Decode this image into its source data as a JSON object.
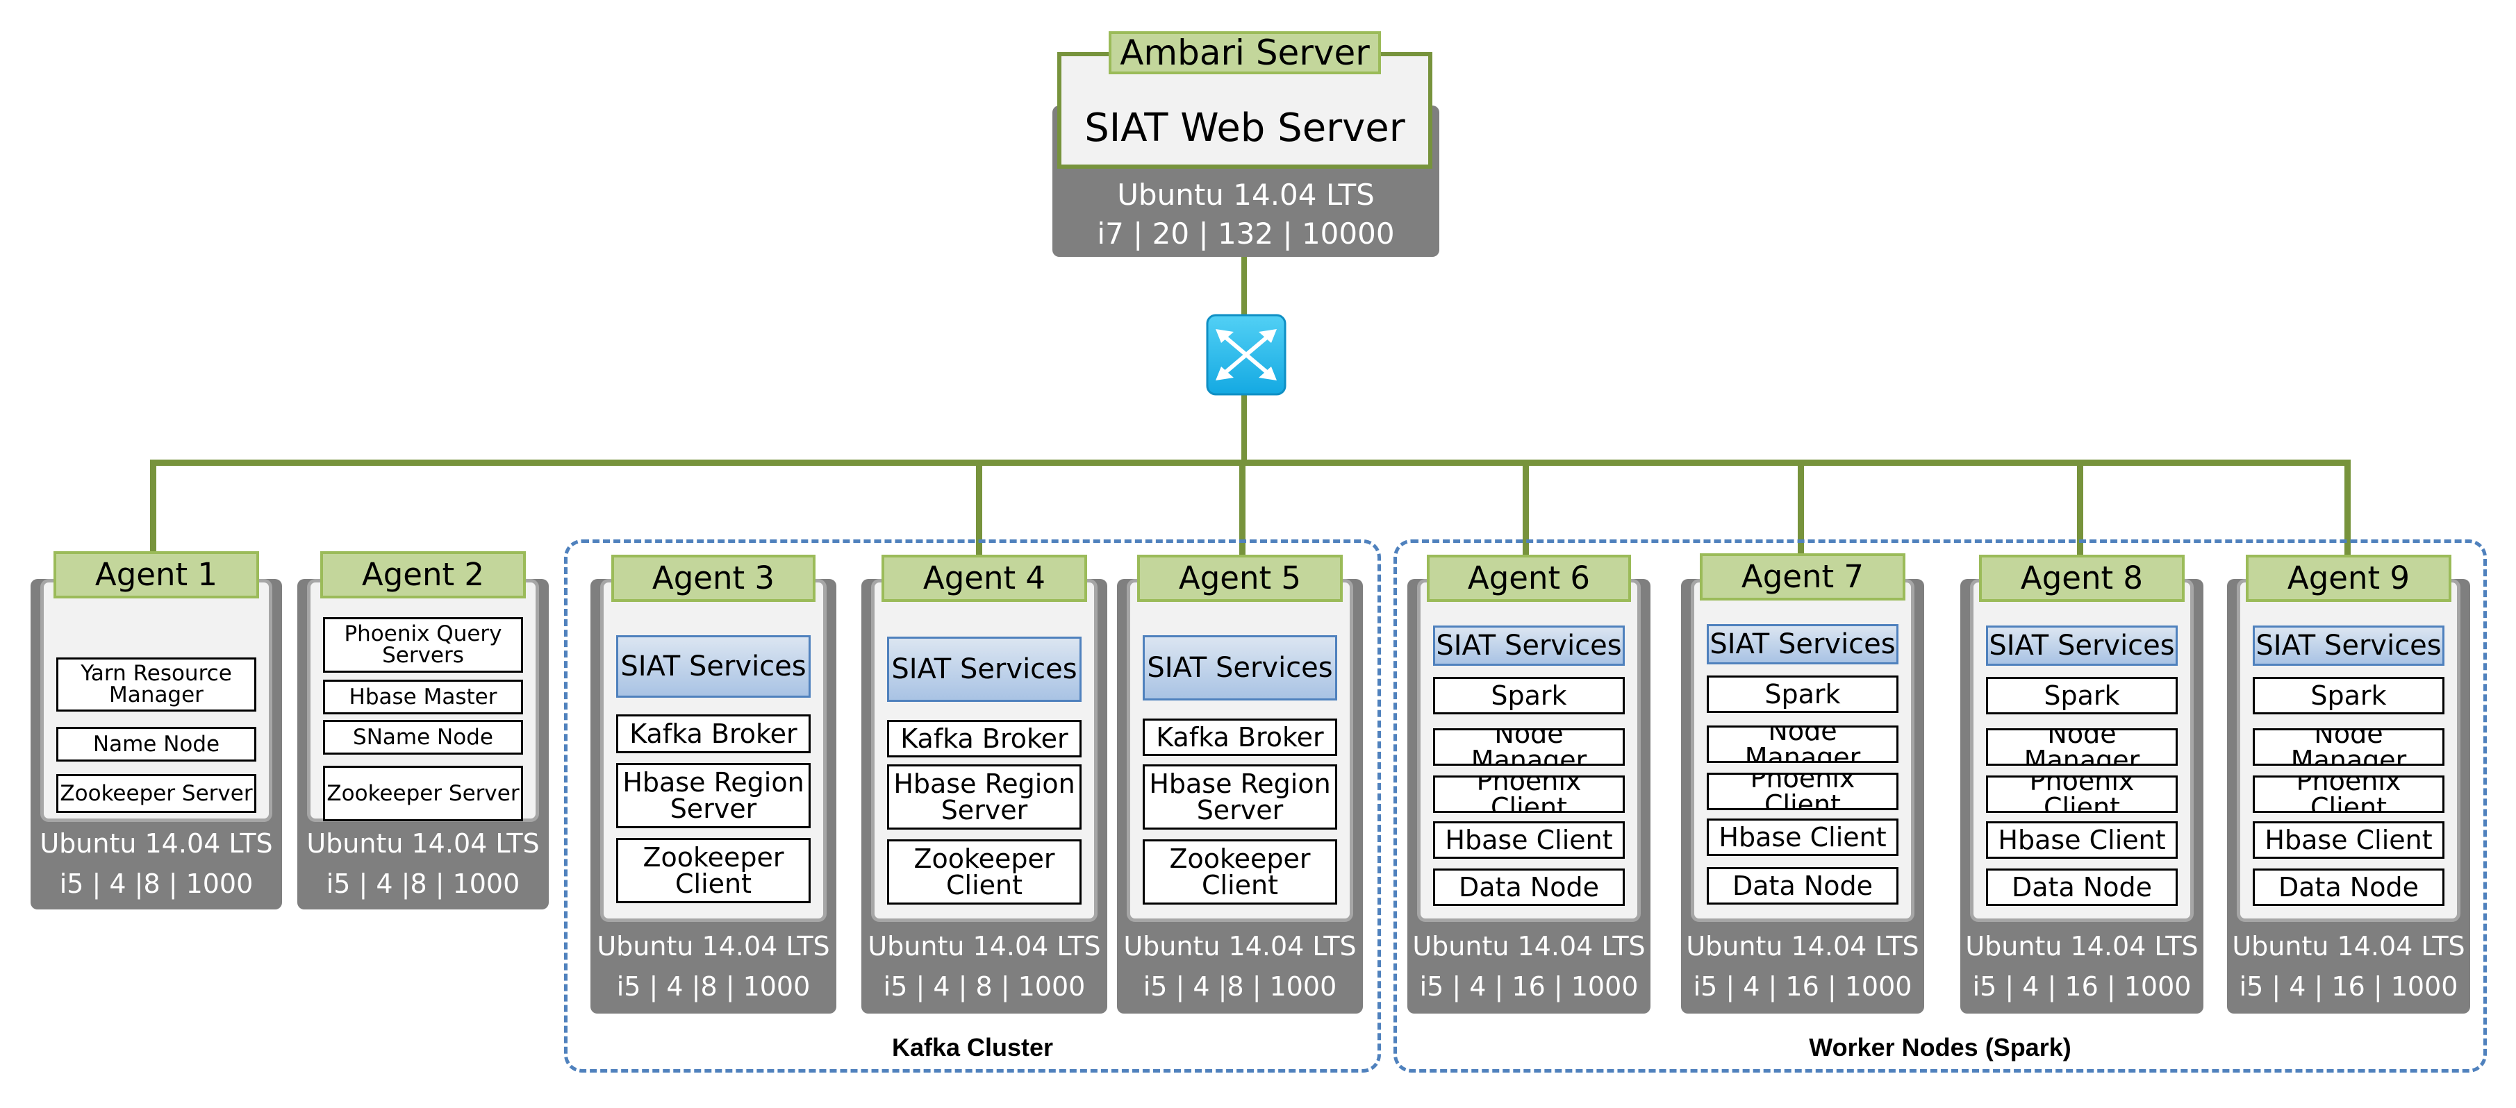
{
  "server": {
    "label": "Ambari Server",
    "title": "SIAT Web Server",
    "os": "Ubuntu 14.04 LTS",
    "specs": "i7 | 20 | 132 | 10000"
  },
  "switch_icon": "network-switch-icon",
  "colors": {
    "link": "#77933c",
    "label_fill": "#c3d69b",
    "machine_base": "#7f7f7f",
    "cluster_border": "#4f81bd",
    "siat_services": "#a9c3e4"
  },
  "clusters": {
    "kafka": "Kafka Cluster",
    "workers": "Worker Nodes (Spark)"
  },
  "agents": [
    {
      "label": "Agent 1",
      "os": "Ubuntu 14.04 LTS",
      "specs": "i5 | 4 |8 | 1000",
      "services": [
        "Yarn Resource Manager",
        "Name Node",
        "Zookeeper Server"
      ]
    },
    {
      "label": "Agent 2",
      "os": "Ubuntu 14.04 LTS",
      "specs": "i5 | 4 |8 | 1000",
      "services": [
        "Phoenix Query Servers",
        "Hbase Master",
        "SName Node",
        "Zookeeper Server"
      ]
    },
    {
      "label": "Agent 3",
      "os": "Ubuntu 14.04 LTS",
      "specs": "i5 | 4 |8 | 1000",
      "services": [
        "SIAT Services",
        "Kafka Broker",
        "Hbase Region Server",
        "Zookeeper Client"
      ]
    },
    {
      "label": "Agent 4",
      "os": "Ubuntu 14.04 LTS",
      "specs": "i5 | 4 | 8 | 1000",
      "services": [
        "SIAT Services",
        "Kafka Broker",
        "Hbase Region Server",
        "Zookeeper Client"
      ]
    },
    {
      "label": "Agent 5",
      "os": "Ubuntu 14.04 LTS",
      "specs": "i5 | 4 |8 | 1000",
      "services": [
        "SIAT Services",
        "Kafka Broker",
        "Hbase Region Server",
        "Zookeeper Client"
      ]
    },
    {
      "label": "Agent 6",
      "os": "Ubuntu 14.04 LTS",
      "specs": "i5 | 4 | 16 | 1000",
      "services": [
        "SIAT Services",
        "Spark",
        "Node Manager",
        "Phoenix Client",
        "Hbase Client",
        "Data Node"
      ]
    },
    {
      "label": "Agent 7",
      "os": "Ubuntu 14.04 LTS",
      "specs": "i5 | 4 | 16 | 1000",
      "services": [
        "SIAT Services",
        "Spark",
        "Node Manager",
        "Phoenix Client",
        "Hbase Client",
        "Data Node"
      ]
    },
    {
      "label": "Agent 8",
      "os": "Ubuntu 14.04 LTS",
      "specs": "i5 | 4 | 16 | 1000",
      "services": [
        "SIAT Services",
        "Spark",
        "Node Manager",
        "Phoenix Client",
        "Hbase Client",
        "Data Node"
      ]
    },
    {
      "label": "Agent 9",
      "os": "Ubuntu 14.04 LTS",
      "specs": "i5 | 4 | 16 | 1000",
      "services": [
        "SIAT Services",
        "Spark",
        "Node Manager",
        "Phoenix Client",
        "Hbase Client",
        "Data Node"
      ]
    }
  ]
}
